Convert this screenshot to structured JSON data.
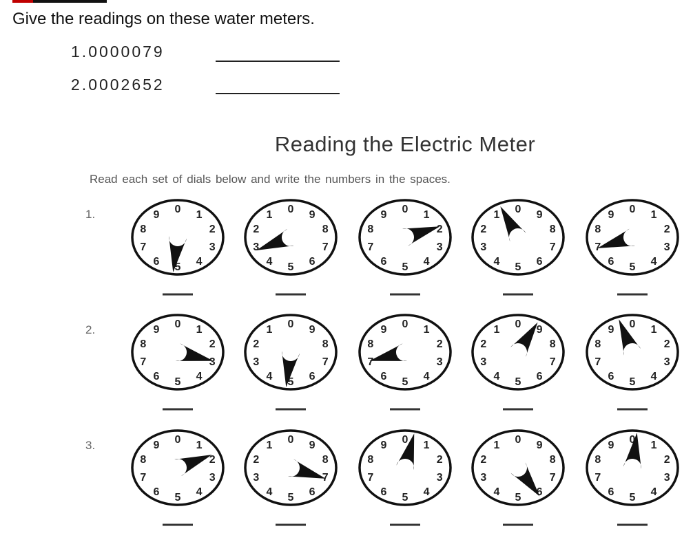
{
  "water": {
    "heading": "Give the readings on these water meters.",
    "questions": [
      {
        "label": "1.",
        "reading": "0000079"
      },
      {
        "label": "2.",
        "reading": "0002652"
      }
    ]
  },
  "electric": {
    "title": "Reading the Electric Meter",
    "instruction": "Read each set of dials below and write the numbers in the spaces.",
    "digits": [
      "0",
      "1",
      "2",
      "3",
      "4",
      "5",
      "6",
      "7",
      "8",
      "9"
    ],
    "dial_directions": [
      "clockwise",
      "counterclockwise",
      "clockwise",
      "counterclockwise",
      "clockwise"
    ],
    "rows": [
      {
        "label": "1.",
        "pointer_values": [
          5.2,
          3.1,
          2.0,
          0.8,
          7.0
        ]
      },
      {
        "label": "2.",
        "pointer_values": [
          2.9,
          4.8,
          7.1,
          9.1,
          9.4
        ]
      },
      {
        "label": "3.",
        "pointer_values": [
          1.9,
          7.0,
          0.4,
          6.0,
          0.2
        ]
      }
    ]
  },
  "colors": {
    "accent_red": "#c00000",
    "ink": "#111111"
  }
}
